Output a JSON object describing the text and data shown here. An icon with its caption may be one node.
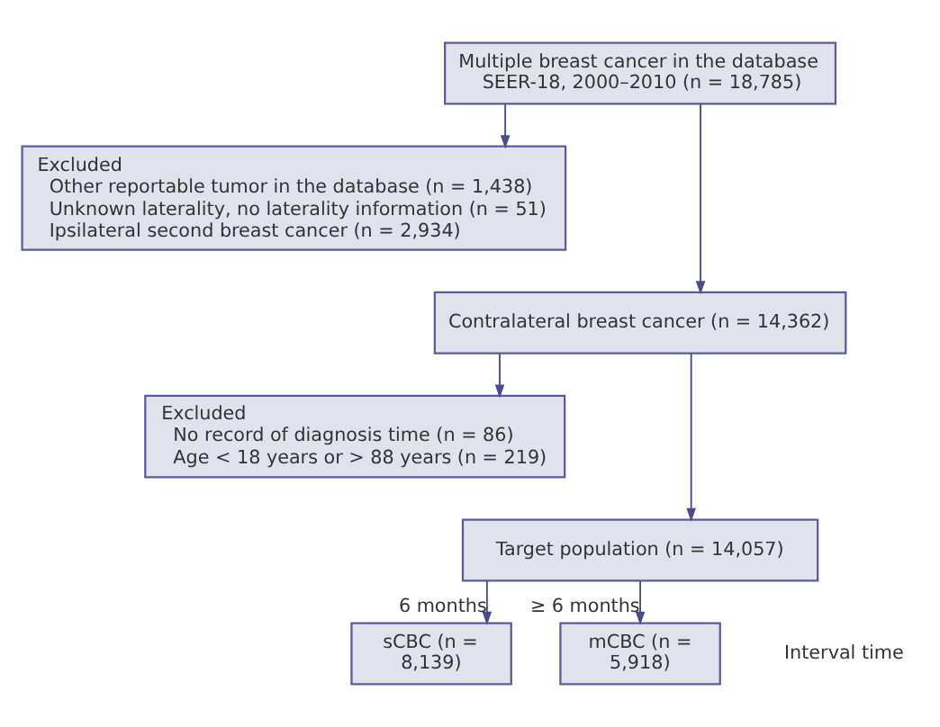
{
  "diagram": {
    "nodes": [
      {
        "text": [
          "Multiple breast cancer in the database SEER-18, 2000–2010 (n = 18,785)"
        ]
      },
      {
        "text": [
          "Excluded",
          "Other reportable tumor in the database (n = 1,438)",
          "Unknown laterality, no laterality information (n = 51)",
          "Ipsilateral second breast cancer (n = 2,934)"
        ]
      },
      {
        "text": [
          "Contralateral breast cancer (n = 14,362)"
        ]
      },
      {
        "text": [
          "Excluded",
          "No record of diagnosis time (n = 86)",
          "Age < 18 years or > 88 years (n = 219)"
        ]
      },
      {
        "text": [
          "Target population (n = 14,057)"
        ]
      },
      {
        "text": [
          "sCBC (n = 8,139)"
        ]
      },
      {
        "text": [
          "mCBC (n = 5,918)"
        ]
      }
    ],
    "edges": [
      {
        "from": 0,
        "to": 2,
        "arrow": "to"
      },
      {
        "from": 0,
        "to": 1,
        "arrow": "to"
      },
      {
        "from": 2,
        "to": 4,
        "arrow": "to"
      },
      {
        "from": 2,
        "to": 3,
        "arrow": "to"
      },
      {
        "from": 4,
        "to": 5,
        "arrow": "to",
        "label": "6 months"
      },
      {
        "from": 4,
        "to": 6,
        "arrow": "to",
        "label": "≥ 6 months"
      }
    ],
    "labels": [
      "Interval time"
    ]
  }
}
